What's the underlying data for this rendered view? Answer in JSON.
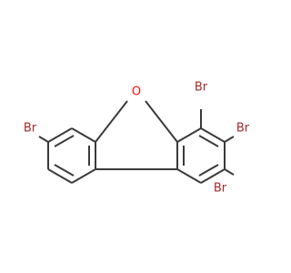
{
  "molecule": {
    "atoms": {
      "oxygen": {
        "label": "O",
        "color": "#ff0d0d"
      },
      "br_left": {
        "label": "Br",
        "color": "#a62929"
      },
      "br_top": {
        "label": "Br",
        "color": "#a62929"
      },
      "br_right": {
        "label": "Br",
        "color": "#a62929"
      },
      "br_bottom": {
        "label": "Br",
        "color": "#a62929"
      }
    },
    "bond_color": "#3a3a3a"
  }
}
